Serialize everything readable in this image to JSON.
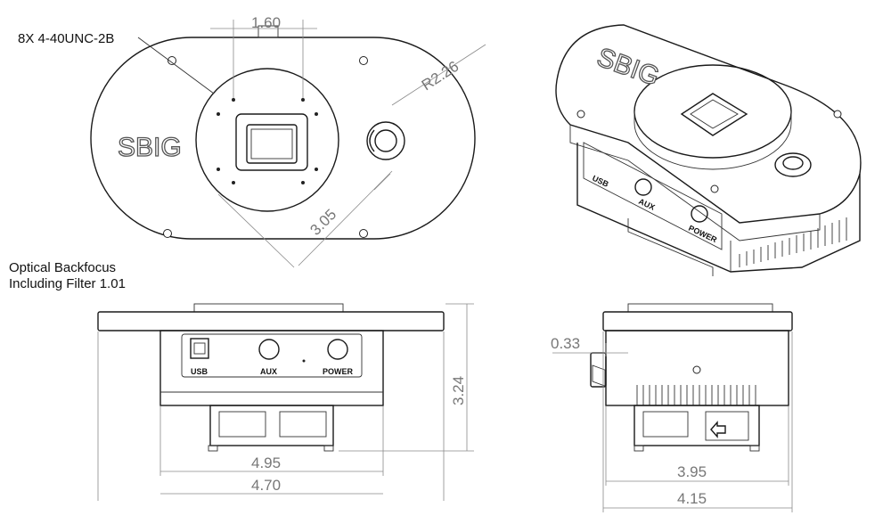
{
  "callouts": {
    "thread_spec": "8X 4-40UNC-2B",
    "backfocus_line1": "Optical Backfocus",
    "backfocus_line2": "Including Filter 1.01"
  },
  "dimensions": {
    "bolt_spacing": "1.60",
    "radius": "R2.26",
    "diagonal": "3.05",
    "height": "3.24",
    "width_inner": "4.95",
    "width_outer": "4.70",
    "side_offset": "0.33",
    "depth_inner": "3.95",
    "depth_outer": "4.15"
  },
  "branding": {
    "logo": "SBIG"
  },
  "ports": {
    "usb": "USB",
    "aux": "AUX",
    "power": "POWER"
  }
}
